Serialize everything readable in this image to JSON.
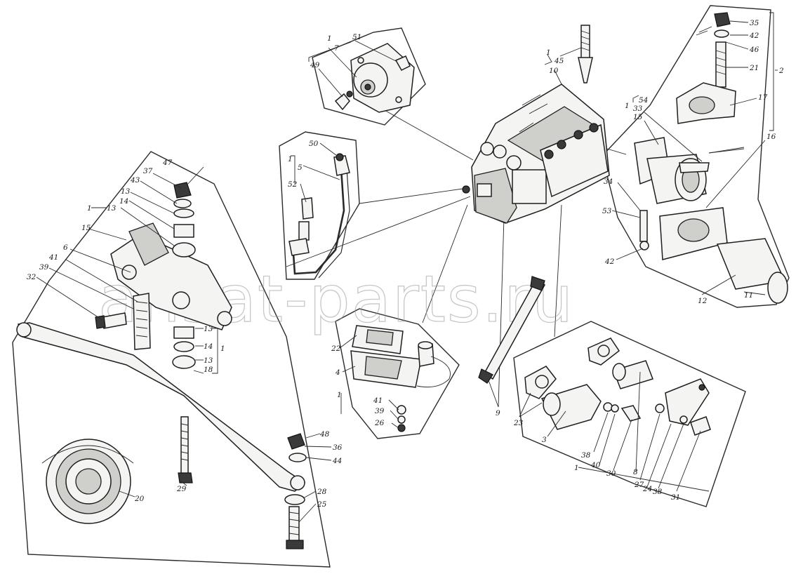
{
  "diagram": {
    "watermark": "ansat-parts.ru",
    "labels": {
      "l1": "1",
      "l2": "2",
      "l3": "3",
      "l4": "4",
      "l5": "5",
      "l6": "6",
      "l7": "7",
      "l8": "8",
      "l9": "9",
      "l10": "10",
      "l11": "11",
      "l12": "12",
      "l13": "13",
      "l14": "14",
      "l15": "15",
      "l16": "16",
      "l17": "17",
      "l18": "18",
      "l20": "20",
      "l21": "21",
      "l22": "22",
      "l23": "23",
      "l24": "24",
      "l25": "25",
      "l26": "26",
      "l27": "27",
      "l28": "28",
      "l29": "29",
      "l30": "30",
      "l31": "31",
      "l32": "32",
      "l33": "33",
      "l34": "34",
      "l35": "35",
      "l36": "36",
      "l37": "37",
      "l38": "38",
      "l39": "39",
      "l40": "40",
      "l41": "41",
      "l42": "42",
      "l43": "43",
      "l44": "44",
      "l45": "45",
      "l46": "46",
      "l47": "47",
      "l48": "48",
      "l49": "49",
      "l50": "50",
      "l51": "51",
      "l52": "52",
      "l53": "53",
      "l54": "54"
    }
  }
}
